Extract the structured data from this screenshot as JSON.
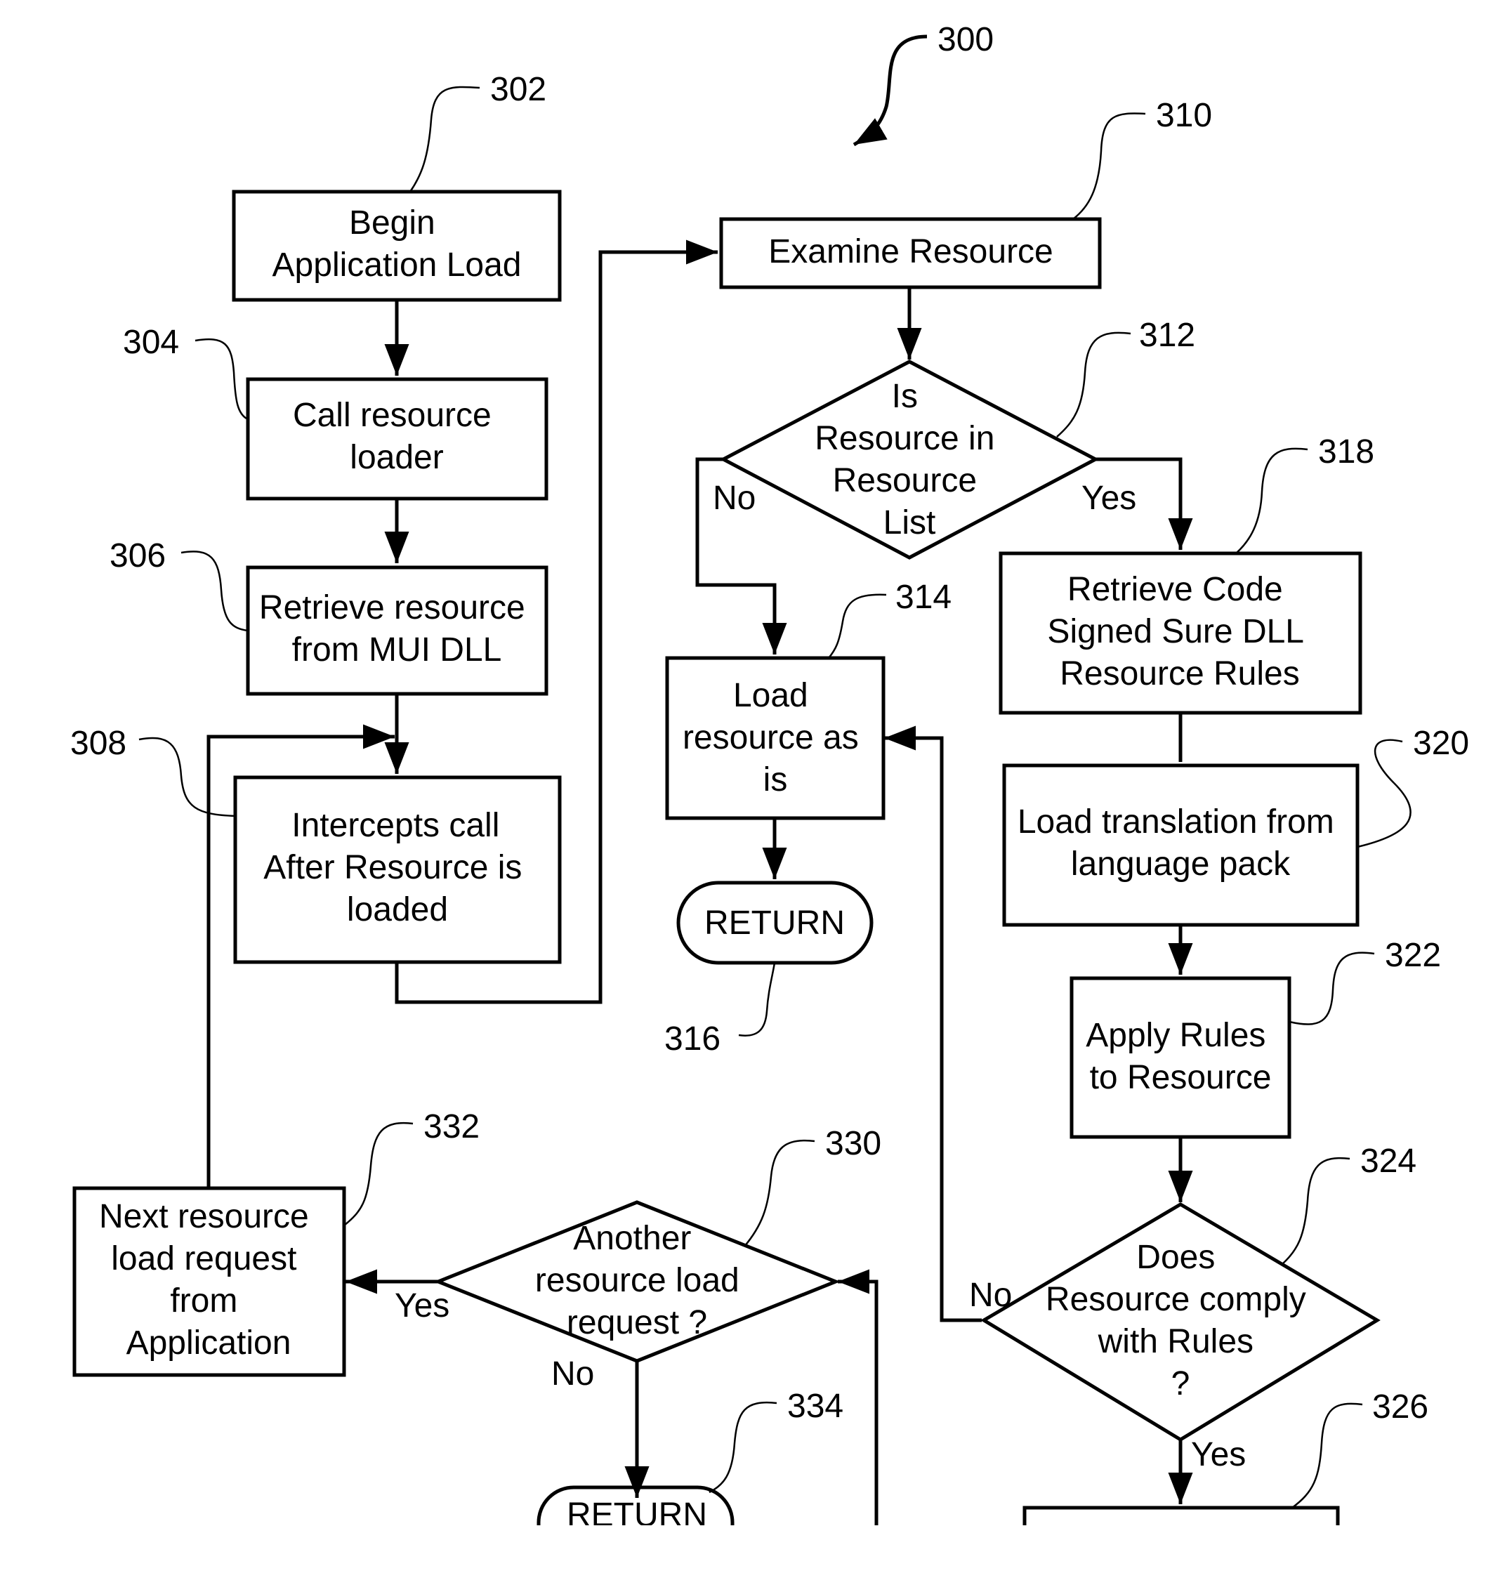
{
  "figure_ref": "300",
  "nodes": {
    "n302": {
      "ref": "302",
      "lines": [
        "Begin",
        "Application Load"
      ]
    },
    "n304": {
      "ref": "304",
      "lines": [
        "Call resource",
        "loader"
      ]
    },
    "n306": {
      "ref": "306",
      "lines": [
        "Retrieve resource",
        "from MUI DLL"
      ]
    },
    "n308": {
      "ref": "308",
      "lines": [
        "Intercepts call",
        "After Resource is",
        "loaded"
      ]
    },
    "n310": {
      "ref": "310",
      "lines": [
        "Examine Resource"
      ]
    },
    "n312": {
      "ref": "312",
      "lines": [
        "Is",
        "Resource in",
        "Resource",
        "List"
      ]
    },
    "n314": {
      "ref": "314",
      "lines": [
        "Load",
        "resource as",
        "is"
      ]
    },
    "n316": {
      "ref": "316",
      "lines": [
        "RETURN"
      ]
    },
    "n318": {
      "ref": "318",
      "lines": [
        "Retrieve Code",
        "Signed Sure DLL",
        "Resource Rules"
      ]
    },
    "n320": {
      "ref": "320",
      "lines": [
        "Load translation from",
        "language pack"
      ]
    },
    "n322": {
      "ref": "322",
      "lines": [
        "Apply Rules",
        "to Resource"
      ]
    },
    "n324": {
      "ref": "324",
      "lines": [
        "Does",
        "Resource comply",
        "with Rules",
        "?"
      ]
    },
    "n326": {
      "ref": "326",
      "lines": []
    },
    "n330": {
      "ref": "330",
      "lines": [
        "Another",
        "resource load",
        "request ?"
      ]
    },
    "n332": {
      "ref": "332",
      "lines": [
        "Next resource",
        "load request",
        "from",
        "Application"
      ]
    },
    "n334": {
      "ref": "334",
      "lines": [
        "RETURN"
      ]
    }
  },
  "edge_labels": {
    "d312_no": "No",
    "d312_yes": "Yes",
    "d324_no": "No",
    "d324_yes": "Yes",
    "d330_yes": "Yes",
    "d330_no": "No"
  }
}
